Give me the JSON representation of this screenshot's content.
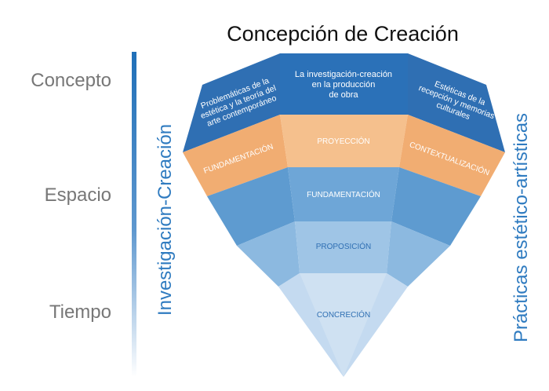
{
  "title": "Concepción de Creación",
  "left_labels": [
    "Concepto",
    "Espacio",
    "Tiempo"
  ],
  "vertical_left": "Investigación-Creación",
  "vertical_right": "Prácticas estético-artísticas",
  "top_row": {
    "left": [
      "Problemáticas de la",
      "estética y la teoría del",
      "arte contemporáneo"
    ],
    "center": [
      "La investigación-creación",
      "en la producción",
      "de obra"
    ],
    "right": [
      "Estéticas de la",
      "recepción y memorias",
      "culturales"
    ]
  },
  "orange_row": {
    "left": "FUNDAMENTACIÓN",
    "center": "PROYECCIÓN",
    "right": "CONTEXTUALIZACIÓN"
  },
  "levels": [
    "FUNDAMENTACIÓN",
    "PROPOSICIÓN",
    "CONCRECIÓN"
  ],
  "colors": {
    "title": "#111111",
    "side_labels": "#777777",
    "accent_blue": "#2f7bc0",
    "dark_blue": "#2f6fb3",
    "mid_dark_blue": "#2b71b8",
    "orange": "#f1ad72",
    "orange_light": "#f5c08d",
    "blue_3": "#6ea6d7",
    "blue_3_side": "#5e9bd0",
    "blue_4": "#9fc5e6",
    "blue_4_side": "#8cb9e0",
    "blue_5": "#cfe1f2",
    "blue_5_side": "#bcd6ee",
    "level_text": "#2f6fb3"
  }
}
